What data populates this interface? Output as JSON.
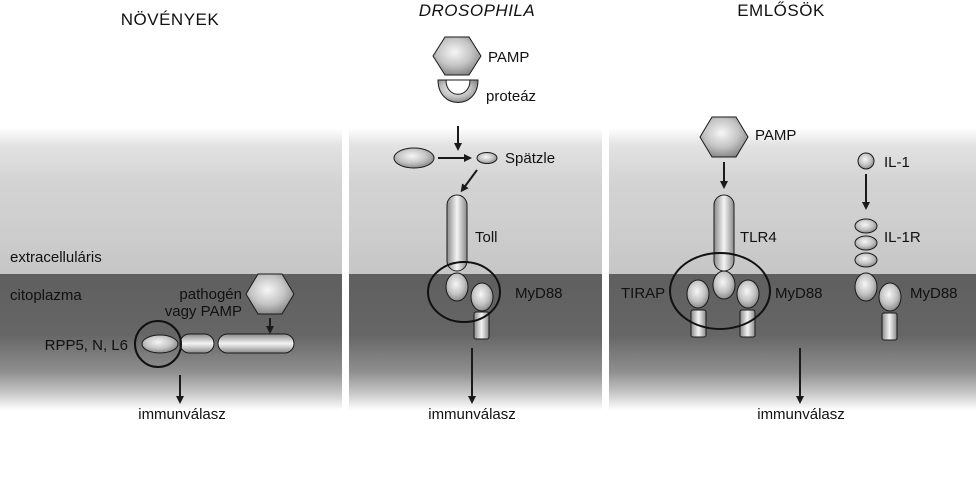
{
  "panels": {
    "plants": {
      "title": "NÖVÉNYEK",
      "extracellular": "extracelluláris",
      "cytoplasm": "citoplazma",
      "pathogen_line1": "pathogén",
      "pathogen_line2": "vagy PAMP",
      "rpp": "RPP5, N, L6",
      "response": "immunválasz"
    },
    "drosophila": {
      "title": "DROSOPHILA",
      "pamp": "PAMP",
      "protease": "proteáz",
      "spatzle": "Spätzle",
      "toll": "Toll",
      "myd88": "MyD88",
      "response": "immunválasz"
    },
    "mammals": {
      "title": "EMLŐSÖK",
      "pamp": "PAMP",
      "tlr4": "TLR4",
      "tirap": "TIRAP",
      "myd88_left": "MyD88",
      "il1": "IL-1",
      "il1r": "IL-1R",
      "myd88_right": "MyD88",
      "response": "immunválasz"
    }
  },
  "colors": {
    "background": "#ffffff",
    "extracellular_band": "#d4d4d4",
    "membrane_band": "#626262",
    "outline": "#1a1a1a",
    "protein_highlight": "#f4f4f4",
    "protein_shade": "#8c8c8c"
  }
}
